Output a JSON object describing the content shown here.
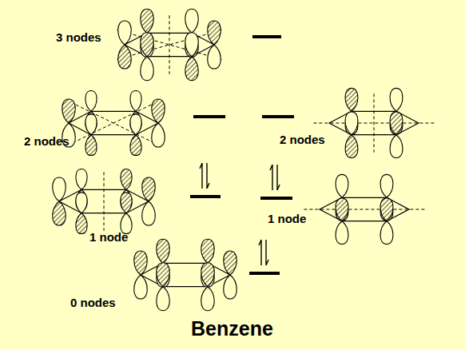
{
  "diagram": {
    "title": "Benzene",
    "labels": [
      "3 nodes",
      "2 nodes",
      "2 nodes",
      "1 node",
      "1 node",
      "0 nodes"
    ]
  }
}
